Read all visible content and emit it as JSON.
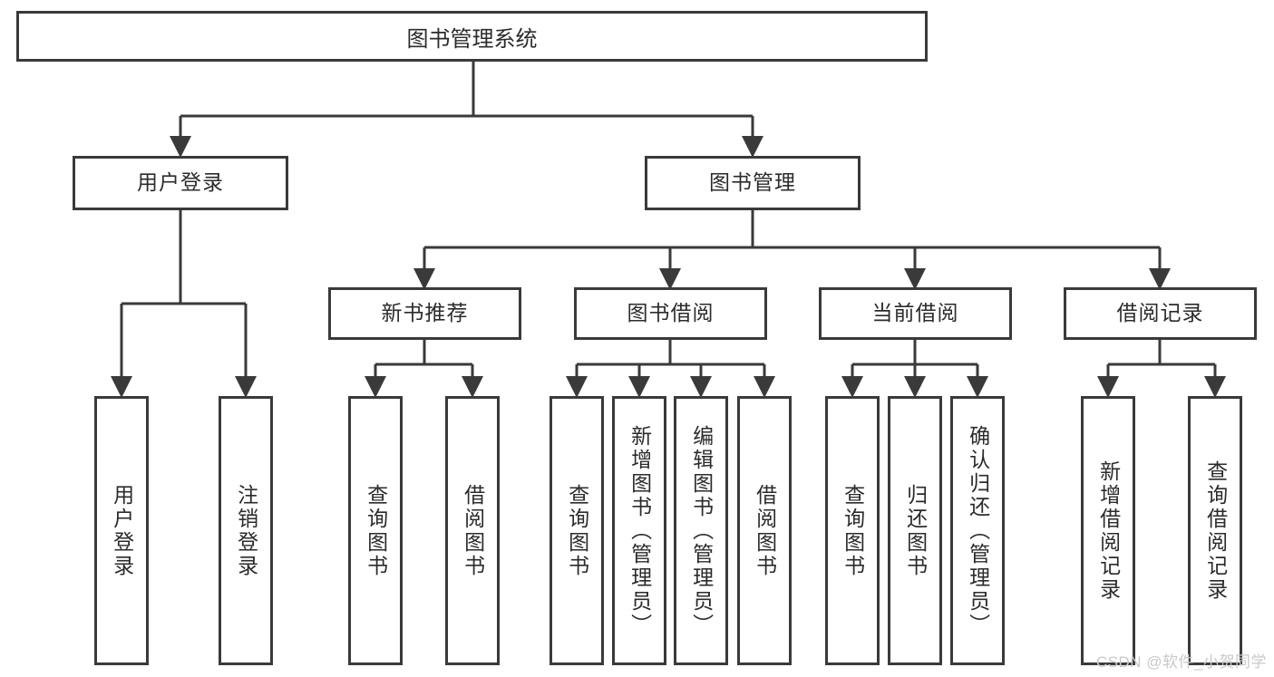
{
  "diagram": {
    "title": "图书管理系统",
    "type": "tree",
    "watermark": "CSDN @软件_小贺同学",
    "colors": {
      "box_border": "#3a3a3a",
      "box_fill": "#ffffff",
      "edge": "#3a3a3a",
      "text": "#2b2b2b",
      "watermark": "#c9c9c9"
    },
    "root": {
      "label": "图书管理系统"
    },
    "level1": [
      {
        "id": "user-login",
        "label": "用户登录"
      },
      {
        "id": "book-manage",
        "label": "图书管理"
      }
    ],
    "level2": [
      {
        "id": "new-book-recommend",
        "label": "新书推荐",
        "parent": "book-manage"
      },
      {
        "id": "book-borrow",
        "label": "图书借阅",
        "parent": "book-manage"
      },
      {
        "id": "current-borrow",
        "label": "当前借阅",
        "parent": "book-manage"
      },
      {
        "id": "borrow-record",
        "label": "借阅记录",
        "parent": "book-manage"
      }
    ],
    "leaves": {
      "user_login": [
        {
          "id": "leaf-user-login",
          "label": "用户登录"
        },
        {
          "id": "leaf-logout",
          "label": "注销登录"
        }
      ],
      "new_book_recommend": [
        {
          "id": "leaf-query-book-1",
          "label": "查询图书"
        },
        {
          "id": "leaf-borrow-book-1",
          "label": "借阅图书"
        }
      ],
      "book_borrow": [
        {
          "id": "leaf-query-book-2",
          "label": "查询图书"
        },
        {
          "id": "leaf-add-book",
          "label": "新增图书（管理员）"
        },
        {
          "id": "leaf-edit-book",
          "label": "编辑图书（管理员）"
        },
        {
          "id": "leaf-borrow-book-2",
          "label": "借阅图书"
        }
      ],
      "current_borrow": [
        {
          "id": "leaf-query-book-3",
          "label": "查询图书"
        },
        {
          "id": "leaf-return-book",
          "label": "归还图书"
        },
        {
          "id": "leaf-confirm-return",
          "label": "确认归还（管理员）"
        }
      ],
      "borrow_record": [
        {
          "id": "leaf-add-record",
          "label": "新增借阅记录"
        },
        {
          "id": "leaf-query-record",
          "label": "查询借阅记录"
        }
      ]
    }
  }
}
